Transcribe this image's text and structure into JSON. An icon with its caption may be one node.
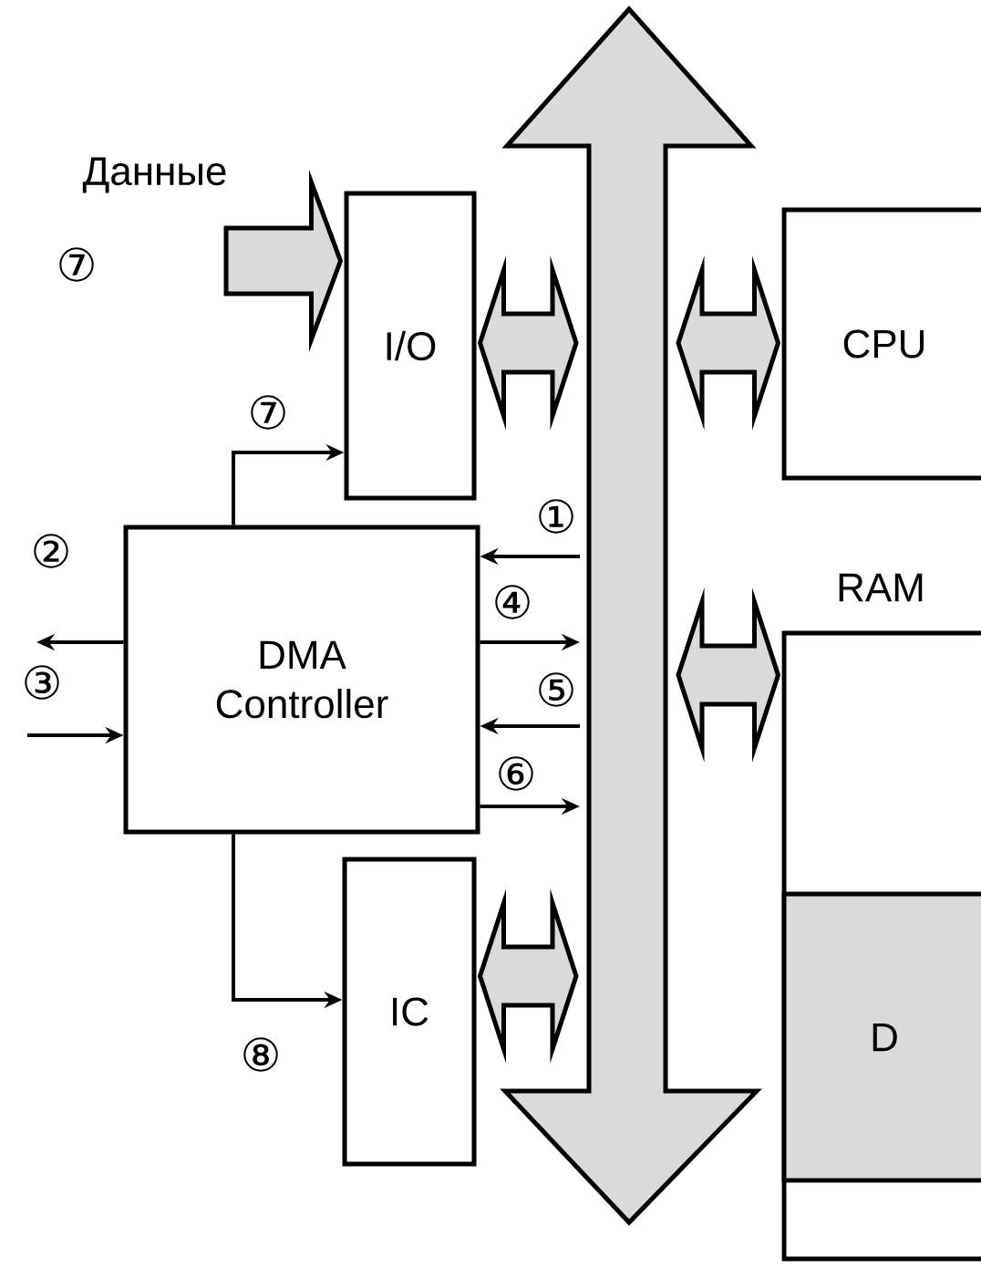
{
  "diagram": {
    "nodes": [
      {
        "text": [],
        "shape": "arrow"
      },
      {
        "text": [
          "I/O"
        ]
      },
      {
        "text": [
          "CPU"
        ]
      },
      {
        "text": [
          "RAM"
        ]
      },
      {
        "text": [
          "D"
        ],
        "in": 3
      },
      {
        "text": [
          "DMA Controller"
        ]
      },
      {
        "text": [
          "IC"
        ]
      }
    ],
    "edges": [
      {
        "from": null,
        "to": 1,
        "arrow": "to",
        "label": "⑦",
        "style": "thick"
      },
      {
        "from": 1,
        "to": 0,
        "arrow": "both",
        "style": "thick"
      },
      {
        "from": 0,
        "to": 2,
        "arrow": "both",
        "style": "thick"
      },
      {
        "from": 0,
        "to": 3,
        "arrow": "both",
        "style": "thick"
      },
      {
        "from": 6,
        "to": 0,
        "arrow": "both",
        "style": "thick"
      },
      {
        "from": 5,
        "to": 1,
        "arrow": "to",
        "label": "⑦"
      },
      {
        "from": 0,
        "to": 5,
        "arrow": "to",
        "label": "①"
      },
      {
        "from": 5,
        "to": null,
        "arrow": "to",
        "label": "②"
      },
      {
        "from": null,
        "to": 5,
        "arrow": "to",
        "label": "③"
      },
      {
        "from": 5,
        "to": 0,
        "arrow": "to",
        "label": "④"
      },
      {
        "from": 0,
        "to": 5,
        "arrow": "to",
        "label": "⑤"
      },
      {
        "from": 5,
        "to": 0,
        "arrow": "to",
        "label": "⑥"
      },
      {
        "from": 5,
        "to": 6,
        "arrow": "to",
        "label": "⑧"
      }
    ],
    "labels": [
      "Данные"
    ]
  }
}
